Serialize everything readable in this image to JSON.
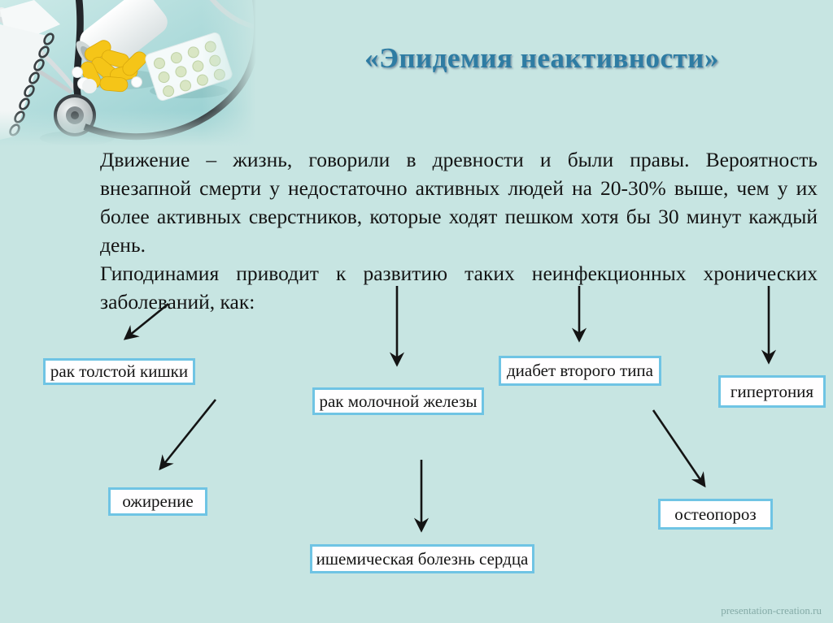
{
  "slide": {
    "title": "«Эпидемия неактивности»",
    "watermark": "presentation-creation.ru",
    "background_color": "#c7e5e2",
    "title_color": "#2e7ca3",
    "box_border_color": "#6fc4e4",
    "arrow_color": "#141414"
  },
  "paragraphs": [
    {
      "lines": [
        "Движение – жизнь, говорили в древности и были правы. Вероятность",
        "внезапной смерти у недостаточно активных людей на 20-30% выше, чем у их",
        "более активных сверстников, которые ходят пешком хотя бы 30 минут каждый",
        "день."
      ]
    },
    {
      "lines": [
        "Гиподинамия приводит к развитию таких неинфекционных хронических",
        "заболеваний, как:"
      ]
    }
  ],
  "boxes": [
    {
      "id": "colon-cancer",
      "label": "рак толстой кишки"
    },
    {
      "id": "breast-cancer",
      "label": "рак молочной железы"
    },
    {
      "id": "type2-diabetes",
      "label": "диабет второго типа"
    },
    {
      "id": "hypertension",
      "label": "гипертония"
    },
    {
      "id": "obesity",
      "label": "ожирение"
    },
    {
      "id": "osteoporosis",
      "label": "остеопороз"
    },
    {
      "id": "ischemic-heart-disease",
      "label": "ишемическая болезнь сердца"
    }
  ],
  "diagram": {
    "connections": [
      {
        "from": "intro-text",
        "to": "colon-cancer"
      },
      {
        "from": "intro-text",
        "to": "breast-cancer"
      },
      {
        "from": "intro-text",
        "to": "type2-diabetes"
      },
      {
        "from": "intro-text",
        "to": "hypertension"
      },
      {
        "from": "colon-cancer",
        "to": "obesity"
      },
      {
        "from": "breast-cancer",
        "to": "ischemic-heart-disease"
      },
      {
        "from": "type2-diabetes",
        "to": "osteoporosis"
      }
    ]
  }
}
